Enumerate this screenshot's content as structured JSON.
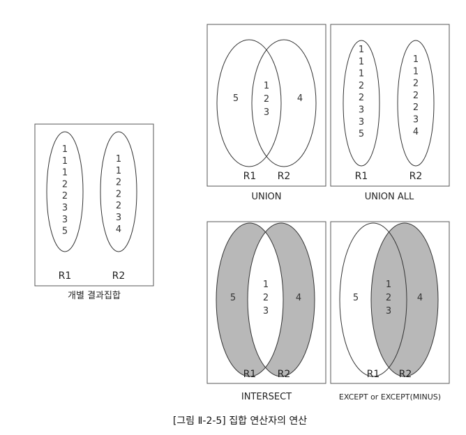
{
  "panels": {
    "individual": {
      "caption": "개별 결과집합",
      "r1_label": "R1",
      "r2_label": "R2",
      "r1_values": [
        "1",
        "1",
        "1",
        "2",
        "2",
        "3",
        "3",
        "5"
      ],
      "r2_values": [
        "1",
        "1",
        "2",
        "2",
        "2",
        "3",
        "4"
      ]
    },
    "union": {
      "caption": "UNION",
      "r1_label": "R1",
      "r2_label": "R2",
      "left_only": "5",
      "middle": [
        "1",
        "2",
        "3"
      ],
      "right_only": "4"
    },
    "union_all": {
      "caption": "UNION ALL",
      "r1_label": "R1",
      "r2_label": "R2",
      "r1_values": [
        "1",
        "1",
        "1",
        "2",
        "2",
        "3",
        "3",
        "5"
      ],
      "r2_values": [
        "1",
        "1",
        "2",
        "2",
        "2",
        "3",
        "4"
      ]
    },
    "intersect": {
      "caption": "INTERSECT",
      "r1_label": "R1",
      "r2_label": "R2",
      "left_only": "5",
      "middle": [
        "1",
        "2",
        "3"
      ],
      "right_only": "4"
    },
    "except": {
      "caption": "EXCEPT or EXCEPT(MINUS)",
      "r1_label": "R1",
      "r2_label": "R2",
      "left_only": "5",
      "middle": [
        "1",
        "2",
        "3"
      ],
      "right_only": "4"
    }
  },
  "figure_caption": "[그림 Ⅱ-2-5] 집합 연산자의 연산",
  "colors": {
    "shade": "#b8b8b8",
    "line": "#333333",
    "box": "#555555"
  }
}
